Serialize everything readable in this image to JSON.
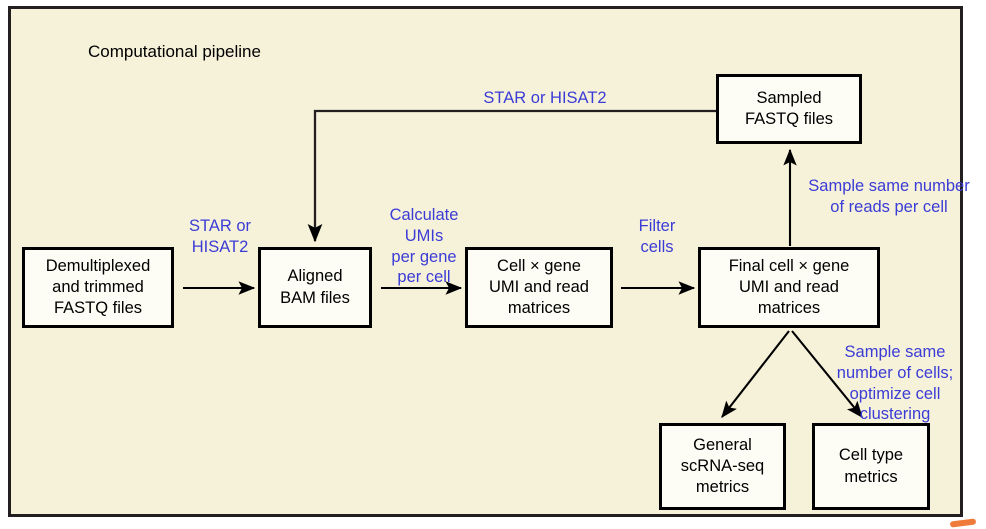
{
  "panel": {
    "title": "Computational pipeline",
    "background_color": "#f6f2da",
    "border_color": "#231f20"
  },
  "colors": {
    "node_fill": "#fdfdf5",
    "node_border": "#000000",
    "edge_label_color": "#3b3bd6",
    "arrow_color": "#000000",
    "corner_mark": "#f07a3a"
  },
  "chart_data": {
    "type": "diagram",
    "title": "Computational pipeline",
    "nodes": [
      {
        "id": "demux",
        "label": "Demultiplexed\nand trimmed\nFASTQ files"
      },
      {
        "id": "bam",
        "label": "Aligned\nBAM files"
      },
      {
        "id": "matrices",
        "label": "Cell × gene\nUMI and read\nmatrices"
      },
      {
        "id": "final",
        "label": "Final cell × gene\nUMI and read\nmatrices"
      },
      {
        "id": "sampled",
        "label": "Sampled\nFASTQ files"
      },
      {
        "id": "general",
        "label": "General\nscRNA-seq\nmetrics"
      },
      {
        "id": "celltype",
        "label": "Cell type\nmetrics"
      }
    ],
    "edges": [
      {
        "from": "demux",
        "to": "bam",
        "label": "STAR or\nHISAT2"
      },
      {
        "from": "bam",
        "to": "matrices",
        "label": "Calculate UMIs\nper gene\nper cell"
      },
      {
        "from": "matrices",
        "to": "final",
        "label": "Filter\ncells"
      },
      {
        "from": "final",
        "to": "sampled",
        "label": "Sample same number\nof reads per cell"
      },
      {
        "from": "sampled",
        "to": "bam",
        "label": "STAR or HISAT2"
      },
      {
        "from": "final",
        "to": "general",
        "label": ""
      },
      {
        "from": "final",
        "to": "celltype",
        "label": "Sample same\nnumber of cells;\noptimize cell\nclustering"
      }
    ]
  },
  "nodes": {
    "demux": "Demultiplexed\nand trimmed\nFASTQ files",
    "bam": "Aligned\nBAM files",
    "matrices": "Cell × gene\nUMI and read\nmatrices",
    "final": "Final cell × gene\nUMI and read\nmatrices",
    "sampled": "Sampled\nFASTQ files",
    "general": "General\nscRNA-seq\nmetrics",
    "celltype": "Cell type\nmetrics"
  },
  "labels": {
    "star_hisat2_1": "STAR or\nHISAT2",
    "calculate_umis": "Calculate UMIs\nper gene\nper cell",
    "filter_cells": "Filter\ncells",
    "star_hisat2_2": "STAR or HISAT2",
    "sample_reads": "Sample same number\nof reads per cell",
    "sample_cells": "Sample same\nnumber of cells;\noptimize cell\nclustering"
  }
}
